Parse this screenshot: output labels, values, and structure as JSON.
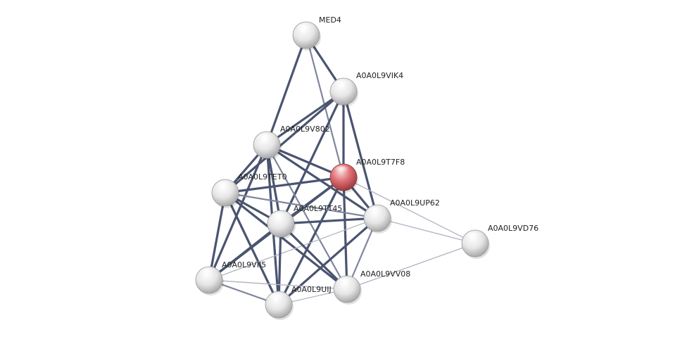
{
  "network": {
    "nodes": [
      {
        "id": "MED4",
        "label": "MED4",
        "query": false
      },
      {
        "id": "A0A0L9VIK4",
        "label": "A0A0L9VIK4",
        "query": false
      },
      {
        "id": "A0A0L9V802",
        "label": "A0A0L9V802",
        "query": false
      },
      {
        "id": "A0A0L9T7F8",
        "label": "A0A0L9T7F8",
        "query": true
      },
      {
        "id": "A0A0L9TET0",
        "label": "A0A0L9TET0",
        "query": false
      },
      {
        "id": "A0A0L9UP62",
        "label": "A0A0L9UP62",
        "query": false
      },
      {
        "id": "A0A0L9TT45",
        "label": "A0A0L9TT45",
        "query": false
      },
      {
        "id": "A0A0L9VD76",
        "label": "A0A0L9VD76",
        "query": false
      },
      {
        "id": "A0A0L9VII5",
        "label": "A0A0L9VII5",
        "query": false
      },
      {
        "id": "A0A0L9VV08",
        "label": "A0A0L9VV08",
        "query": false
      },
      {
        "id": "A0A0L9UIJ",
        "label": "A0A0L9UIJ",
        "query": false
      }
    ],
    "edges": [
      {
        "source": "MED4",
        "target": "A0A0L9VIK4",
        "strength": "strong"
      },
      {
        "source": "MED4",
        "target": "A0A0L9V802",
        "strength": "strong"
      },
      {
        "source": "MED4",
        "target": "A0A0L9T7F8",
        "strength": "medium"
      },
      {
        "source": "A0A0L9VIK4",
        "target": "A0A0L9V802",
        "strength": "strong"
      },
      {
        "source": "A0A0L9VIK4",
        "target": "A0A0L9T7F8",
        "strength": "strong"
      },
      {
        "source": "A0A0L9VIK4",
        "target": "A0A0L9TET0",
        "strength": "strong"
      },
      {
        "source": "A0A0L9VIK4",
        "target": "A0A0L9UP62",
        "strength": "strong"
      },
      {
        "source": "A0A0L9VIK4",
        "target": "A0A0L9TT45",
        "strength": "strong"
      },
      {
        "source": "A0A0L9V802",
        "target": "A0A0L9T7F8",
        "strength": "strong"
      },
      {
        "source": "A0A0L9V802",
        "target": "A0A0L9TET0",
        "strength": "strong"
      },
      {
        "source": "A0A0L9V802",
        "target": "A0A0L9UP62",
        "strength": "strong"
      },
      {
        "source": "A0A0L9V802",
        "target": "A0A0L9TT45",
        "strength": "strong"
      },
      {
        "source": "A0A0L9V802",
        "target": "A0A0L9VII5",
        "strength": "strong"
      },
      {
        "source": "A0A0L9V802",
        "target": "A0A0L9UIJ",
        "strength": "strong"
      },
      {
        "source": "A0A0L9V802",
        "target": "A0A0L9VV08",
        "strength": "medium"
      },
      {
        "source": "A0A0L9T7F8",
        "target": "A0A0L9TET0",
        "strength": "strong"
      },
      {
        "source": "A0A0L9T7F8",
        "target": "A0A0L9UP62",
        "strength": "strong"
      },
      {
        "source": "A0A0L9T7F8",
        "target": "A0A0L9TT45",
        "strength": "strong"
      },
      {
        "source": "A0A0L9T7F8",
        "target": "A0A0L9VII5",
        "strength": "strong"
      },
      {
        "source": "A0A0L9T7F8",
        "target": "A0A0L9UIJ",
        "strength": "strong"
      },
      {
        "source": "A0A0L9T7F8",
        "target": "A0A0L9VV08",
        "strength": "strong"
      },
      {
        "source": "A0A0L9T7F8",
        "target": "A0A0L9VD76",
        "strength": "weak"
      },
      {
        "source": "A0A0L9TET0",
        "target": "A0A0L9TT45",
        "strength": "strong"
      },
      {
        "source": "A0A0L9TET0",
        "target": "A0A0L9UP62",
        "strength": "medium"
      },
      {
        "source": "A0A0L9TET0",
        "target": "A0A0L9VII5",
        "strength": "strong"
      },
      {
        "source": "A0A0L9TET0",
        "target": "A0A0L9UIJ",
        "strength": "strong"
      },
      {
        "source": "A0A0L9TET0",
        "target": "A0A0L9VV08",
        "strength": "strong"
      },
      {
        "source": "A0A0L9UP62",
        "target": "A0A0L9TT45",
        "strength": "strong"
      },
      {
        "source": "A0A0L9UP62",
        "target": "A0A0L9VD76",
        "strength": "weak"
      },
      {
        "source": "A0A0L9UP62",
        "target": "A0A0L9VII5",
        "strength": "weak"
      },
      {
        "source": "A0A0L9UP62",
        "target": "A0A0L9UIJ",
        "strength": "strong"
      },
      {
        "source": "A0A0L9UP62",
        "target": "A0A0L9VV08",
        "strength": "medium"
      },
      {
        "source": "A0A0L9TT45",
        "target": "A0A0L9VII5",
        "strength": "strong"
      },
      {
        "source": "A0A0L9TT45",
        "target": "A0A0L9UIJ",
        "strength": "strong"
      },
      {
        "source": "A0A0L9TT45",
        "target": "A0A0L9VV08",
        "strength": "strong"
      },
      {
        "source": "A0A0L9VII5",
        "target": "A0A0L9UIJ",
        "strength": "medium"
      },
      {
        "source": "A0A0L9VII5",
        "target": "A0A0L9VV08",
        "strength": "weak"
      },
      {
        "source": "A0A0L9UIJ",
        "target": "A0A0L9VV08",
        "strength": "weak"
      },
      {
        "source": "A0A0L9VV08",
        "target": "A0A0L9VD76",
        "strength": "weak"
      }
    ],
    "colors": {
      "node": "#e8e8e8",
      "query_node": "#d9666b",
      "edge_strong": "#4a5470",
      "edge_medium": "#7f869c",
      "edge_weak": "#b4b7c5"
    }
  }
}
